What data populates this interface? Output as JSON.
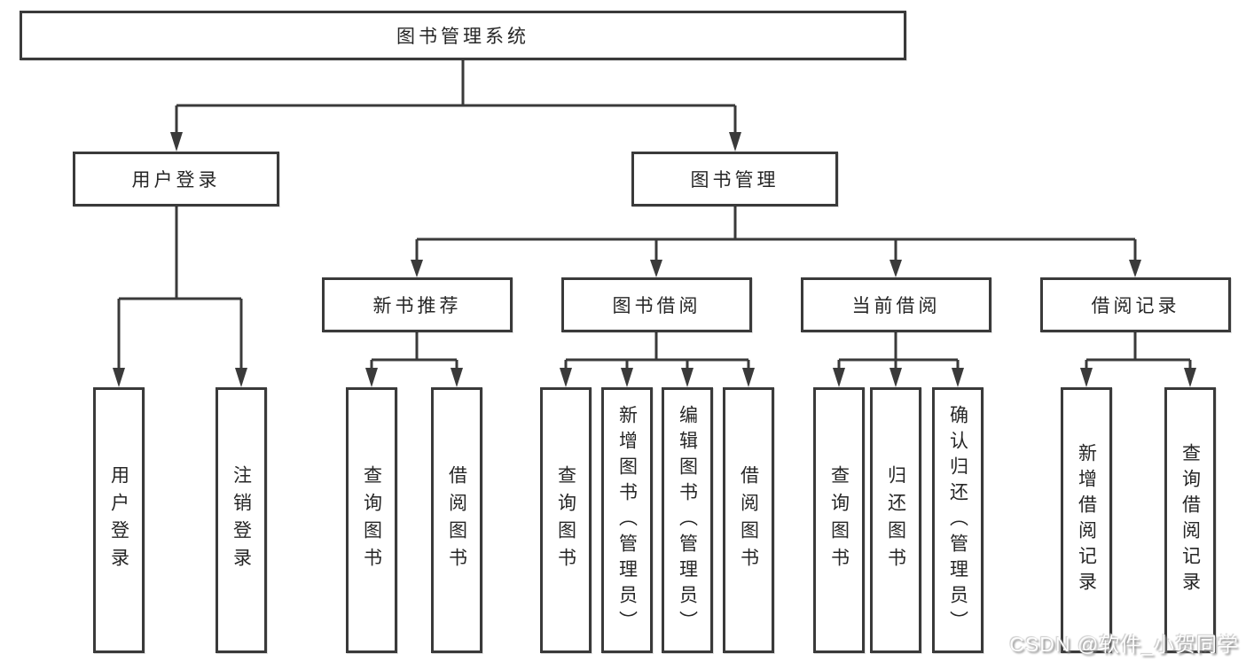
{
  "tree": {
    "root": {
      "label": "图书管理系统",
      "children": [
        {
          "label": "用户登录",
          "children": [
            {
              "label": "用户登录"
            },
            {
              "label": "注销登录"
            }
          ]
        },
        {
          "label": "图书管理",
          "children": [
            {
              "label": "新书推荐",
              "children": [
                {
                  "label": "查询图书"
                },
                {
                  "label": "借阅图书"
                }
              ]
            },
            {
              "label": "图书借阅",
              "children": [
                {
                  "label": "查询图书"
                },
                {
                  "label": "新增图书（管理员）"
                },
                {
                  "label": "编辑图书（管理员）"
                },
                {
                  "label": "借阅图书"
                }
              ]
            },
            {
              "label": "当前借阅",
              "children": [
                {
                  "label": "查询图书"
                },
                {
                  "label": "归还图书"
                },
                {
                  "label": "确认归还（管理员）"
                }
              ]
            },
            {
              "label": "借阅记录",
              "children": [
                {
                  "label": "新增借阅记录"
                },
                {
                  "label": "查询借阅记录"
                }
              ]
            }
          ]
        }
      ]
    }
  },
  "watermark": {
    "text": "CSDN @软件_小贺同学"
  },
  "colors": {
    "background": "#ffffff",
    "line": "#3a3a3a",
    "box_border": "#3a3a3a",
    "text": "#262626",
    "watermark_fill": "#fdfdfd",
    "watermark_shadow": "#8c8c8c"
  }
}
